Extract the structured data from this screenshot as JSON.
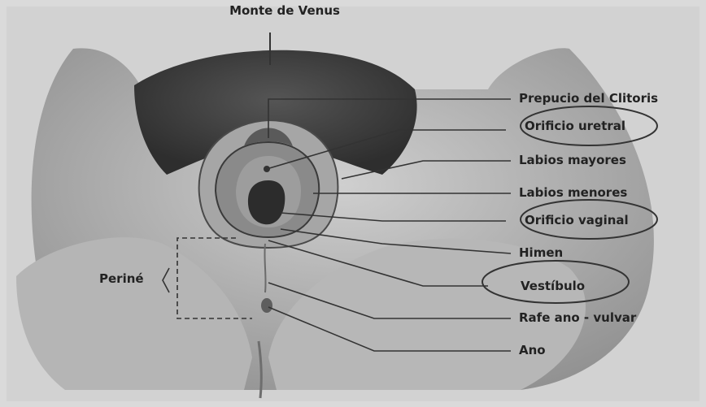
{
  "diagram": {
    "top_label": "Monte de Venus",
    "side_label": "Periné",
    "labels": [
      {
        "key": "prepucio",
        "text": "Prepucio del Clitoris",
        "circled": false
      },
      {
        "key": "uretral",
        "text": "Orificio uretral",
        "circled": true
      },
      {
        "key": "mayores",
        "text": "Labios mayores",
        "circled": false
      },
      {
        "key": "menores",
        "text": "Labios menores",
        "circled": false
      },
      {
        "key": "vaginal",
        "text": "Orificio vaginal",
        "circled": true
      },
      {
        "key": "himen",
        "text": "Himen",
        "circled": false
      },
      {
        "key": "vestibulo",
        "text": "Vestíbulo",
        "circled": true
      },
      {
        "key": "rafe",
        "text": "Rafe ano - vulvar",
        "circled": false
      },
      {
        "key": "ano",
        "text": "Ano",
        "circled": false
      }
    ]
  },
  "colors": {
    "background": "#d4d4d4",
    "skin": "#c2c2c2",
    "shadow": "#8a8a8a",
    "ink": "#222222",
    "leader": "#333333"
  }
}
